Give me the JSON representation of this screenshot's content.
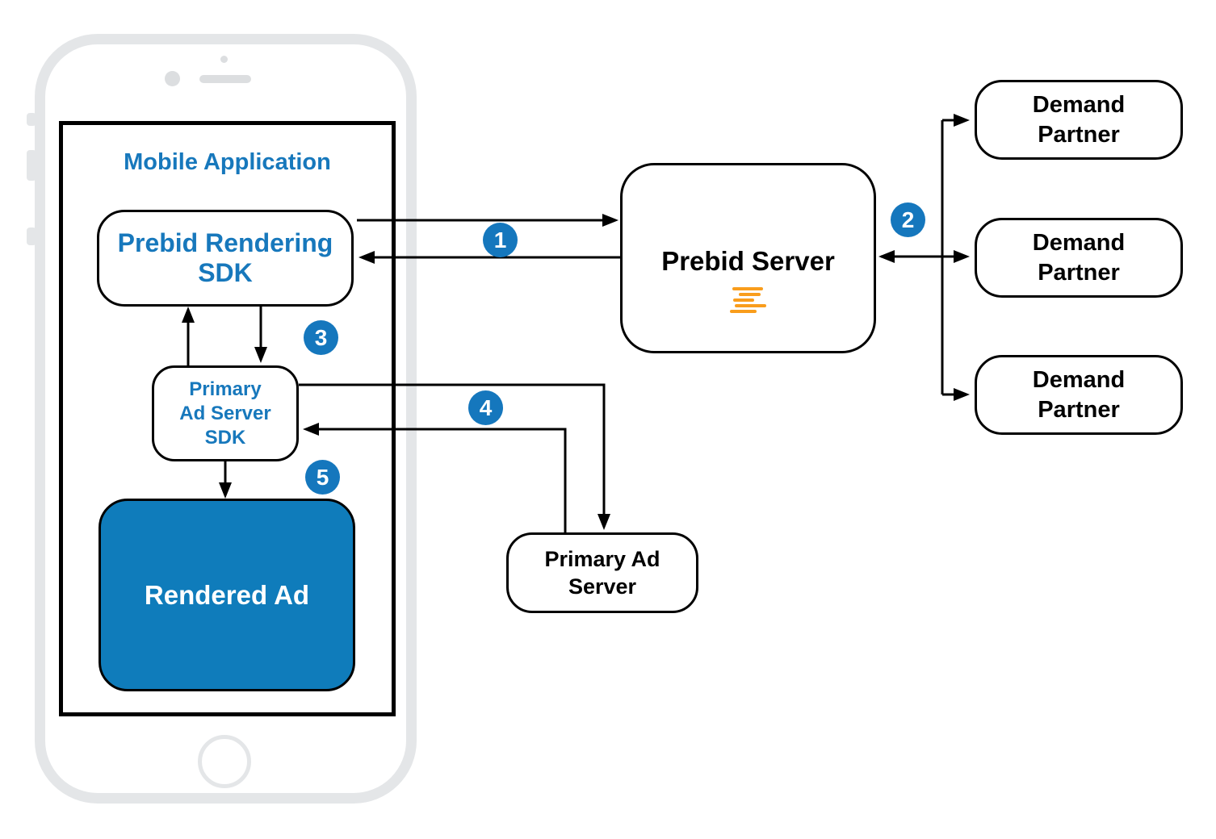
{
  "diagram": {
    "mobile_application": {
      "title": "Mobile Application"
    },
    "nodes": {
      "prebid_rendering_sdk": {
        "label": "Prebid Rendering\nSDK"
      },
      "primary_ad_server_sdk": {
        "label": "Primary\nAd Server\nSDK"
      },
      "rendered_ad": {
        "label": "Rendered Ad"
      },
      "prebid_server": {
        "label": "Prebid Server"
      },
      "primary_ad_server": {
        "label": "Primary Ad\nServer"
      },
      "demand_partners": [
        {
          "label": "Demand\nPartner"
        },
        {
          "label": "Demand\nPartner"
        },
        {
          "label": "Demand\nPartner"
        }
      ]
    },
    "steps": [
      "1",
      "2",
      "3",
      "4",
      "5"
    ],
    "icons": {
      "prebid_logo": "prebid-stacked-lines-logo"
    },
    "colors": {
      "accent_blue": "#1778BC",
      "badge_blue": "#1577BD",
      "rendered_ad_fill": "#0F7CBB",
      "logo_orange": "#F99D1C",
      "phone_frame_gray": "#E4E6E8",
      "line_black": "#000000"
    }
  }
}
